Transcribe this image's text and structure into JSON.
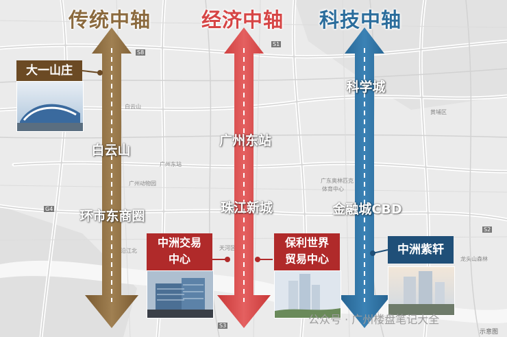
{
  "axes": [
    {
      "title": "传统中轴",
      "color": "#8b6a3e"
    },
    {
      "title": "经济中轴",
      "color": "#d64545"
    },
    {
      "title": "科技中轴",
      "color": "#2b6d9c"
    }
  ],
  "arrow_labels": {
    "traditional": [
      "白云山",
      "环市东商圈"
    ],
    "economic": [
      "广州东站",
      "珠江新城"
    ],
    "tech": [
      "科学城",
      "金融城CBD"
    ]
  },
  "callouts": {
    "dayi": "大一山庄",
    "zhongzhou_exchange": [
      "中洲交易",
      "中心"
    ],
    "poly_world_trade": [
      "保利世界",
      "贸易中心"
    ],
    "zhongzhou_ziyuan": "中洲紫轩"
  },
  "map_labels": [
    "白云山",
    "广州东站",
    "广州动物园",
    "广东奥林匹克",
    "体育中心",
    "黄埔区",
    "龙头山森林",
    "天河区",
    "沿江北"
  ],
  "road_markers": [
    "S8",
    "S1",
    "G4",
    "S2",
    "S3"
  ],
  "watermark": "公众号 · 广州楼盘笔记大全",
  "note": "示意图"
}
